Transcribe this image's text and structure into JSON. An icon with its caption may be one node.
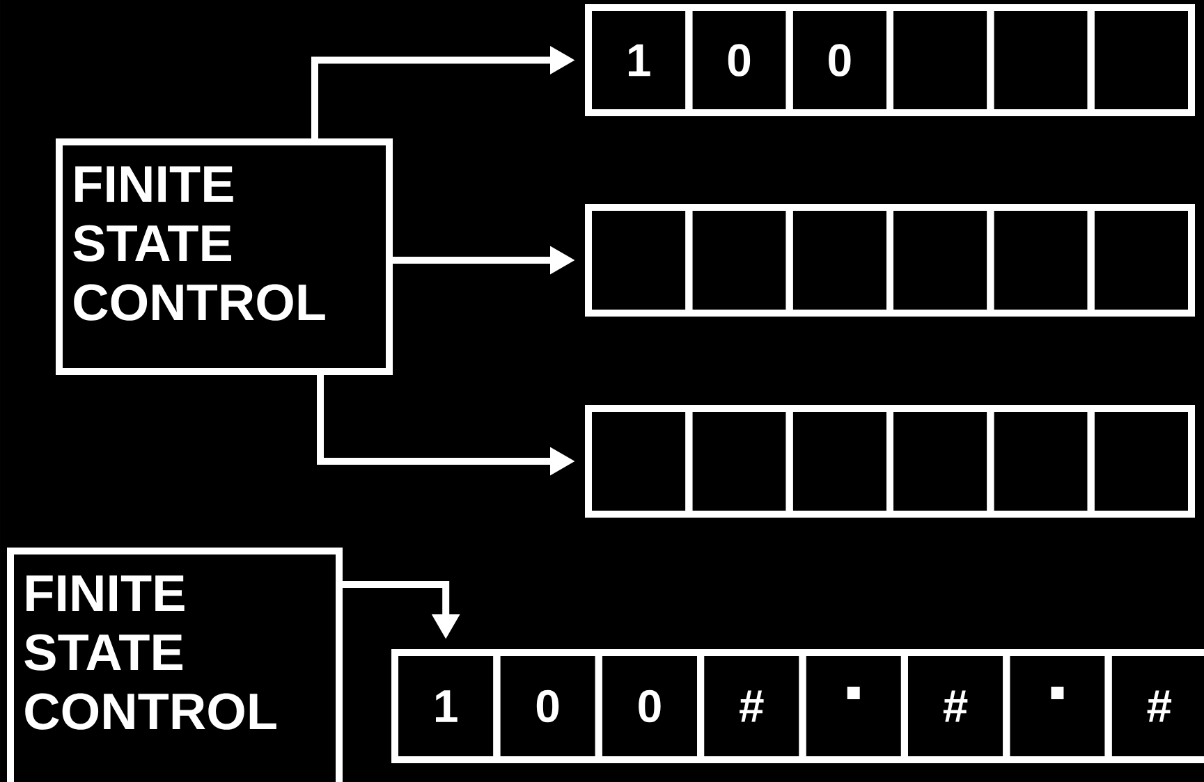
{
  "diagram": {
    "nodes": [
      {
        "text": [
          "FINITE STATE CONTROL"
        ]
      },
      {
        "text": [
          "1"
        ]
      },
      {
        "text": [
          "0"
        ]
      },
      {
        "text": [
          "0"
        ]
      },
      {
        "text": [],
        "shape": "box"
      },
      {
        "text": [],
        "shape": "box"
      },
      {
        "text": [],
        "shape": "box"
      },
      {
        "text": [],
        "shape": "box"
      },
      {
        "text": [],
        "shape": "box"
      },
      {
        "text": [],
        "shape": "box"
      },
      {
        "text": [],
        "shape": "box"
      },
      {
        "text": [],
        "shape": "box"
      },
      {
        "text": [],
        "shape": "box"
      },
      {
        "text": [],
        "shape": "box"
      },
      {
        "text": [],
        "shape": "box"
      },
      {
        "text": [],
        "shape": "box"
      },
      {
        "text": [],
        "shape": "box"
      },
      {
        "text": [],
        "shape": "box"
      },
      {
        "text": [],
        "shape": "box"
      },
      {
        "text": [
          "FINITE STATE CONTROL"
        ]
      },
      {
        "text": [
          "1"
        ]
      },
      {
        "text": [
          "0"
        ]
      },
      {
        "text": [
          "0"
        ]
      },
      {
        "text": [
          "#"
        ]
      },
      {
        "text": [],
        "shape": "box"
      },
      {
        "text": [
          "#"
        ]
      },
      {
        "text": [],
        "shape": "box"
      },
      {
        "text": [
          "#"
        ]
      }
    ],
    "edges": [
      {
        "from": 0,
        "to": 1,
        "arrow": "to"
      },
      {
        "from": 0,
        "to": 7,
        "arrow": "to"
      },
      {
        "from": 0,
        "to": 13,
        "arrow": "to"
      },
      {
        "from": 19,
        "to": 20,
        "arrow": "to"
      }
    ]
  }
}
